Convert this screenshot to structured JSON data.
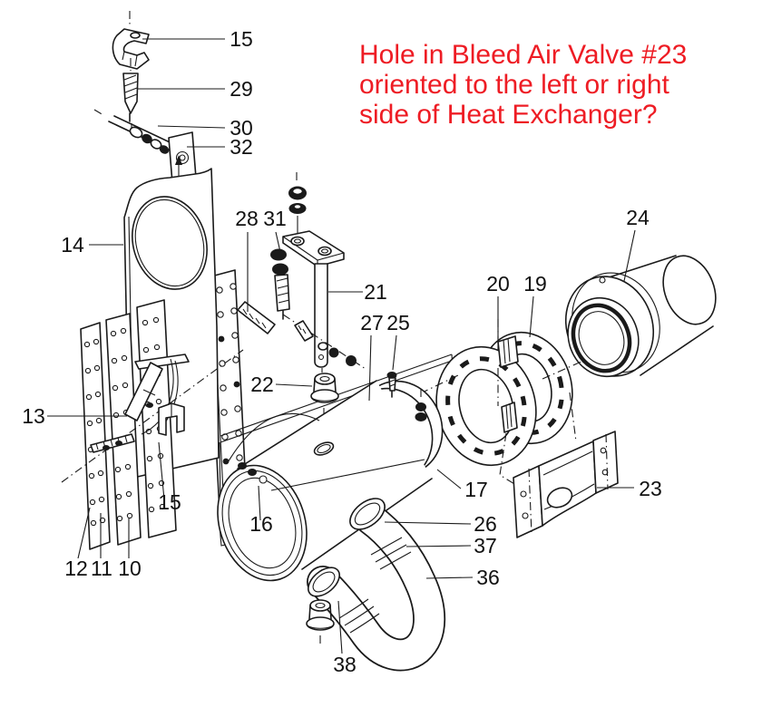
{
  "figure": {
    "type": "exploded-parts-diagram",
    "subject": "heat exchanger assembly",
    "background": "#ffffff",
    "line_color": "#1a1a1a"
  },
  "annotation": {
    "color": "#ee1c24",
    "lines": [
      "Hole in Bleed Air Valve #23",
      "oriented to the left or right",
      "side of Heat Exchanger?"
    ]
  },
  "labels": [
    {
      "id": "15-top",
      "text": "15"
    },
    {
      "id": "29",
      "text": "29"
    },
    {
      "id": "30",
      "text": "30"
    },
    {
      "id": "32",
      "text": "32"
    },
    {
      "id": "14",
      "text": "14"
    },
    {
      "id": "28",
      "text": "28"
    },
    {
      "id": "31",
      "text": "31"
    },
    {
      "id": "21",
      "text": "21"
    },
    {
      "id": "27",
      "text": "27"
    },
    {
      "id": "25",
      "text": "25"
    },
    {
      "id": "20",
      "text": "20"
    },
    {
      "id": "19",
      "text": "19"
    },
    {
      "id": "24",
      "text": "24"
    },
    {
      "id": "22",
      "text": "22"
    },
    {
      "id": "13",
      "text": "13"
    },
    {
      "id": "15-mid",
      "text": "15"
    },
    {
      "id": "16",
      "text": "16"
    },
    {
      "id": "17",
      "text": "17"
    },
    {
      "id": "23",
      "text": "23"
    },
    {
      "id": "26",
      "text": "26"
    },
    {
      "id": "37",
      "text": "37"
    },
    {
      "id": "36",
      "text": "36"
    },
    {
      "id": "12",
      "text": "12"
    },
    {
      "id": "11",
      "text": "11"
    },
    {
      "id": "10",
      "text": "10"
    },
    {
      "id": "38",
      "text": "38"
    }
  ]
}
